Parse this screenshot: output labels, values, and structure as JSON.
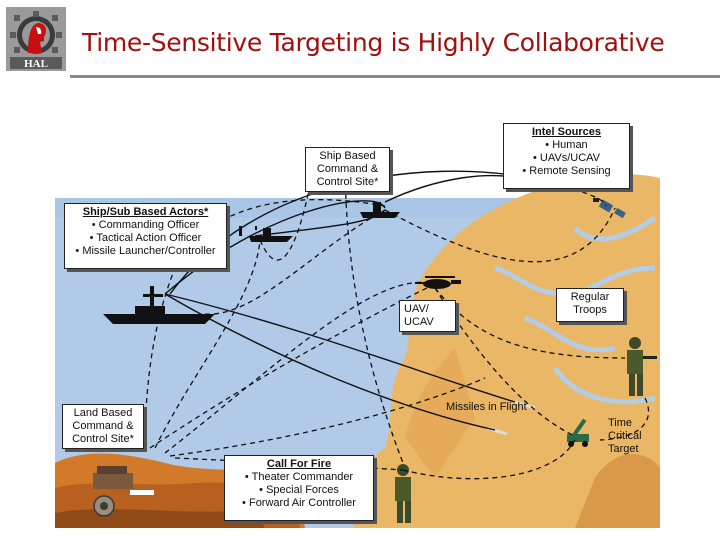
{
  "slide": {
    "title": "Time-Sensitive Targeting is Highly Collaborative",
    "logo_text": "HAL"
  },
  "diagram": {
    "intel": {
      "title": "Intel Sources",
      "items": [
        "Human",
        "UAVs/UCAV",
        "Remote Sensing"
      ]
    },
    "ship_command": [
      "Ship Based",
      "Command &",
      "Control Site*"
    ],
    "actors": {
      "title": "Ship/Sub Based Actors*",
      "items": [
        "Commanding Officer",
        "Tactical Action Officer",
        "Missile Launcher/Controller"
      ]
    },
    "uav": [
      "UAV/",
      "UCAV"
    ],
    "troops": [
      "Regular",
      "Troops"
    ],
    "land_command": [
      "Land Based",
      "Command &",
      "Control Site*"
    ],
    "fire": {
      "title": "Call For Fire",
      "items": [
        "Theater Commander",
        "Special Forces",
        "Forward Air Controller"
      ]
    },
    "missiles_label": "Missiles in Flight",
    "target_label": [
      "Time",
      "Critical",
      "Target"
    ]
  },
  "colors": {
    "title": "#a01010",
    "sea": "#a9c4e4",
    "land": "#e8b060",
    "ground": "#d07828"
  }
}
